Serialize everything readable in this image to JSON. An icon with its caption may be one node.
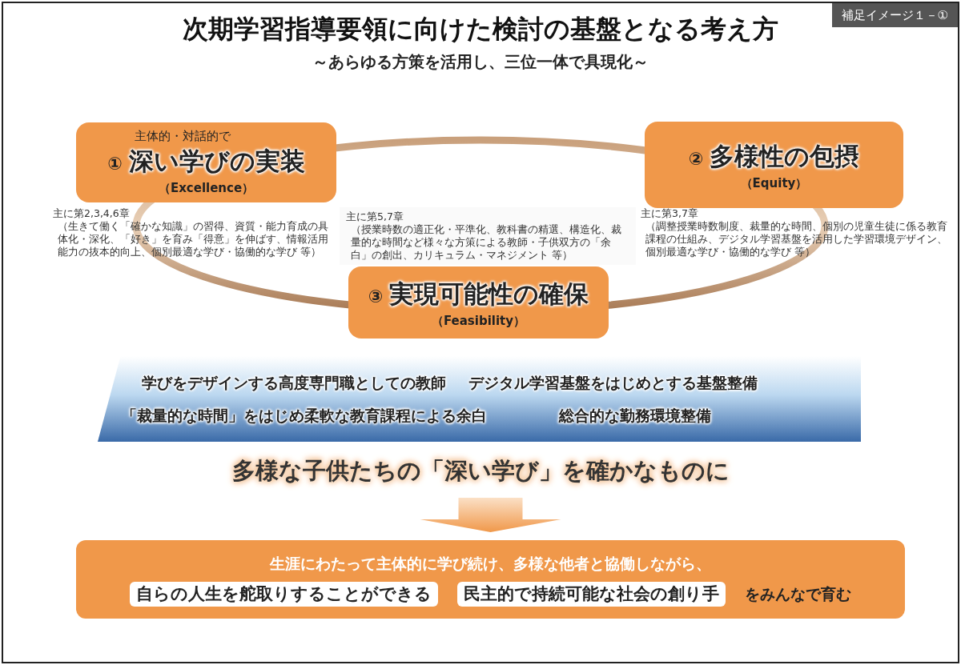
{
  "diagram": {
    "title": "次期学習指導要領に向けた検討の基盤となる考え方",
    "nodes": [
      {
        "text": [
          "主体的・対話的で",
          "①",
          "深い学びの実装",
          "（Excellence）"
        ],
        "beside": [
          "主に第2,3,4,6章",
          "（生きて働く「確かな知識」の習得、資質・能力育成の具体化・深化、「好き」を育み「得意」を伸ばす、情報活用能力の抜本的向上、個別最適な学び・協働的な学び 等）"
        ]
      },
      {
        "text": [
          "②",
          "多様性の包摂",
          "（Equity）"
        ],
        "beside": [
          "主に第3,7章",
          "（調整授業時数制度、裁量的な時間、個別の児童生徒に係る教育課程の仕組み、デジタル学習基盤を活用した学習環境デザイン、個別最適な学び・協働的な学び 等）"
        ]
      },
      {
        "text": [
          "③",
          "実現可能性の確保",
          "（Feasibility）"
        ],
        "beside": [
          "主に第5,7章",
          "（授業時数の適正化・平準化、教科書の精選、構造化、裁量的な時間など様々な方策による教師・子供双方の「余白」の創出、カリキュラム・マネジメント 等）"
        ]
      },
      {
        "text": [
          "学びをデザインする高度専門職としての教師",
          "デジタル学習基盤をはじめとする基盤整備",
          "「裁量的な時間」をはじめ柔軟な教育課程による余白",
          "総合的な勤務環境整備"
        ]
      },
      {
        "text": [
          "多様な子供たちの「深い学び」を確かなものに"
        ]
      },
      {
        "text": [
          "生涯にわたって主体的に学び続け、多様な他者と協働しながら、",
          "自らの人生を舵取りすることができる",
          "民主的で持続可能な社会の創り手",
          "をみんなで育む"
        ]
      }
    ],
    "edges": [
      {
        "from": 4,
        "to": 5,
        "arrow": "to"
      }
    ],
    "labels": [
      "補足イメージ１－①",
      "～あらゆる方策を活用し、三位一体で具現化～"
    ]
  }
}
